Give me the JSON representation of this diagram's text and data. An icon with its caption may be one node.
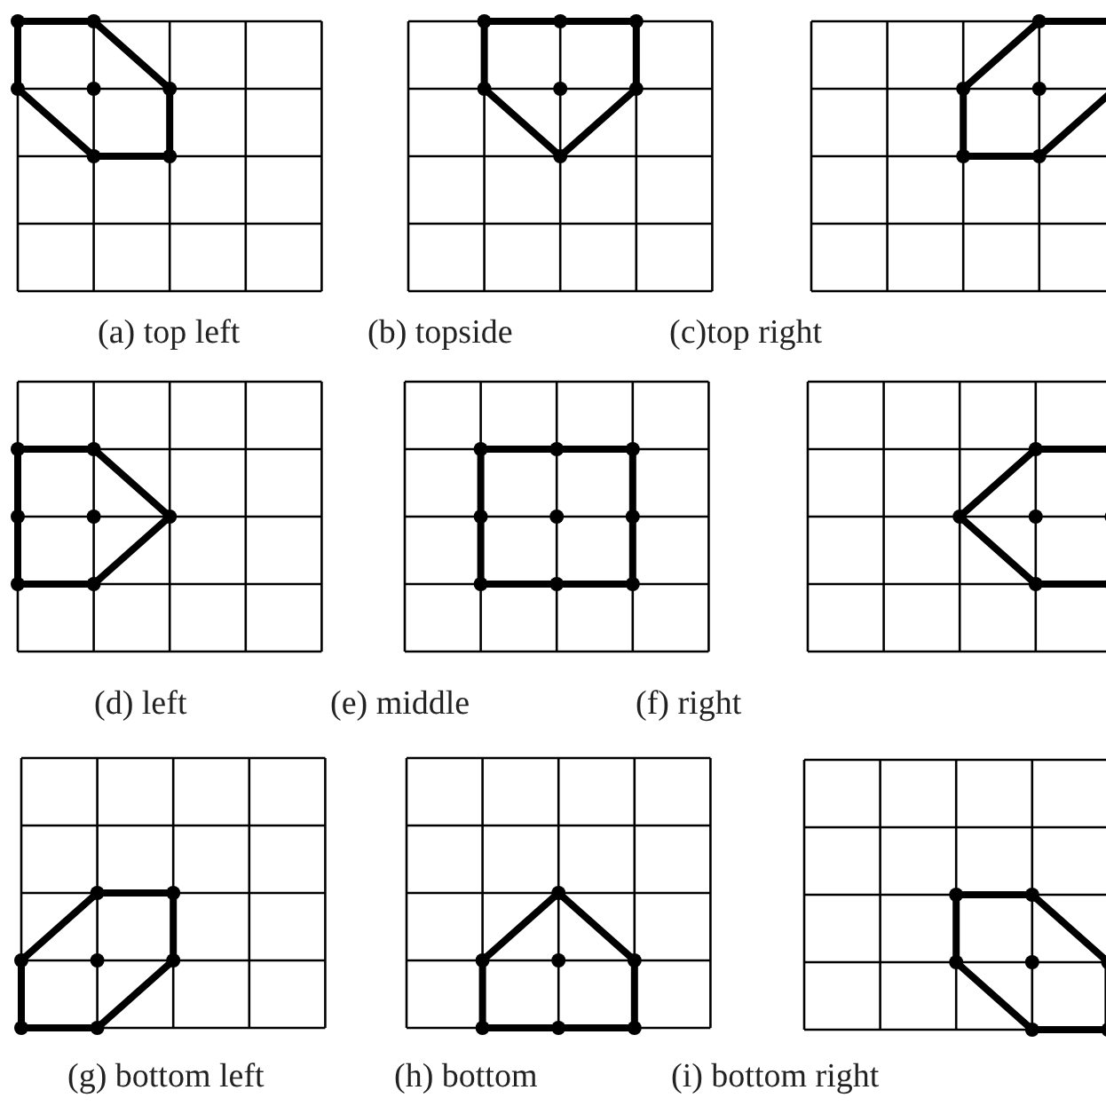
{
  "diagram": {
    "labels": [
      "(a) top left",
      "(b) topside",
      "(c)top right",
      "(d) left",
      "(e) middle",
      "(f) right",
      "(g) bottom left",
      "(h) bottom",
      "(i) bottom right"
    ]
  }
}
